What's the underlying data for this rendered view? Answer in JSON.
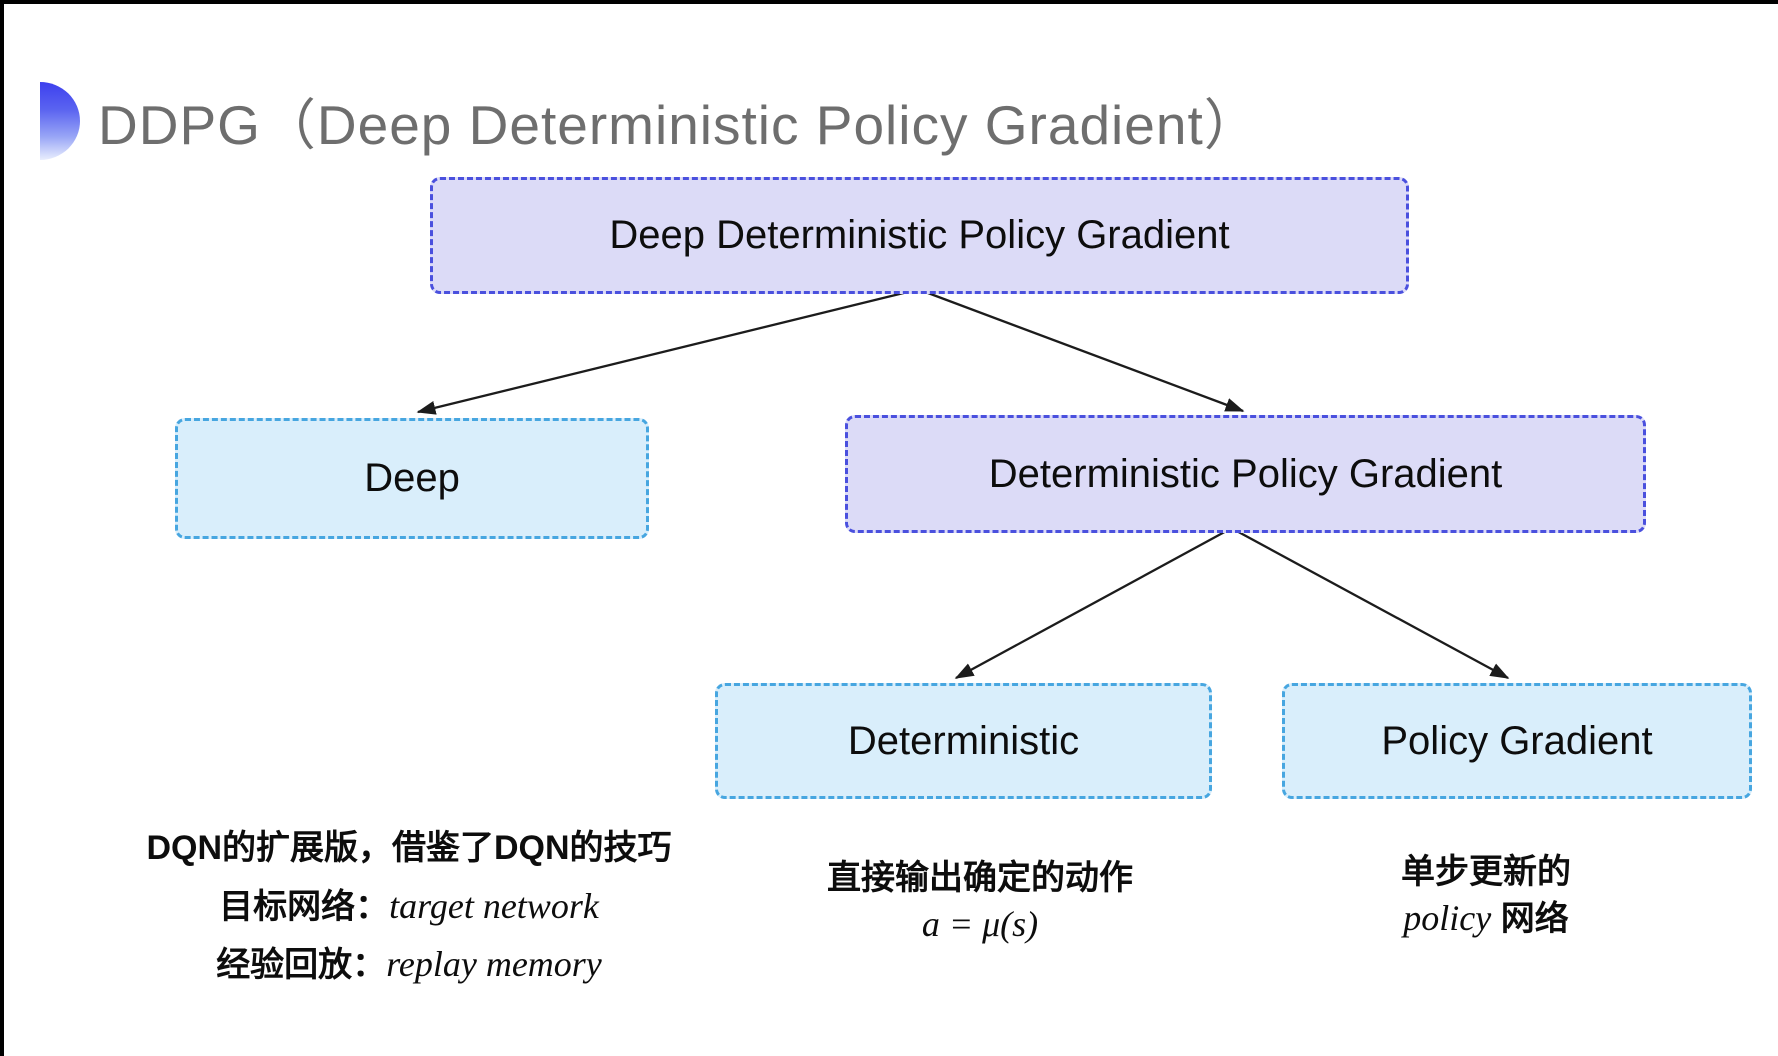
{
  "header": {
    "title": "DDPG（Deep Deterministic Policy Gradient）"
  },
  "colors": {
    "purple_fill": "#dcdbf7",
    "purple_border": "#4a50de",
    "cyan_fill": "#d9eefb",
    "cyan_border": "#47a6e0",
    "arrow": "#1c1c1c",
    "title_gray": "#6e6e6e",
    "bullet_blue": "#3d40ee"
  },
  "diagram": {
    "nodes": [
      {
        "id": "root",
        "label": "Deep Deterministic Policy Gradient",
        "variant": "purple"
      },
      {
        "id": "deep",
        "label": "Deep",
        "variant": "cyan"
      },
      {
        "id": "dpg",
        "label": "Deterministic Policy Gradient",
        "variant": "purple"
      },
      {
        "id": "deterministic",
        "label": "Deterministic",
        "variant": "cyan"
      },
      {
        "id": "policy-gradient",
        "label": "Policy Gradient",
        "variant": "cyan"
      }
    ],
    "edges": [
      {
        "from": "root",
        "to": "deep"
      },
      {
        "from": "root",
        "to": "dpg"
      },
      {
        "from": "dpg",
        "to": "deterministic"
      },
      {
        "from": "dpg",
        "to": "policy-gradient"
      }
    ]
  },
  "annotations": {
    "deep": {
      "line1": "DQN的扩展版，借鉴了DQN的技巧",
      "line2_prefix": "目标网络：",
      "line2_math": "target network",
      "line3_prefix": "经验回放：",
      "line3_math": "replay memory"
    },
    "deterministic": {
      "line1": "直接输出确定的动作",
      "line2_math": "a = μ(s)"
    },
    "policy_gradient": {
      "line1": "单步更新的",
      "line2_math": "policy",
      "line2_suffix": " 网络"
    }
  }
}
